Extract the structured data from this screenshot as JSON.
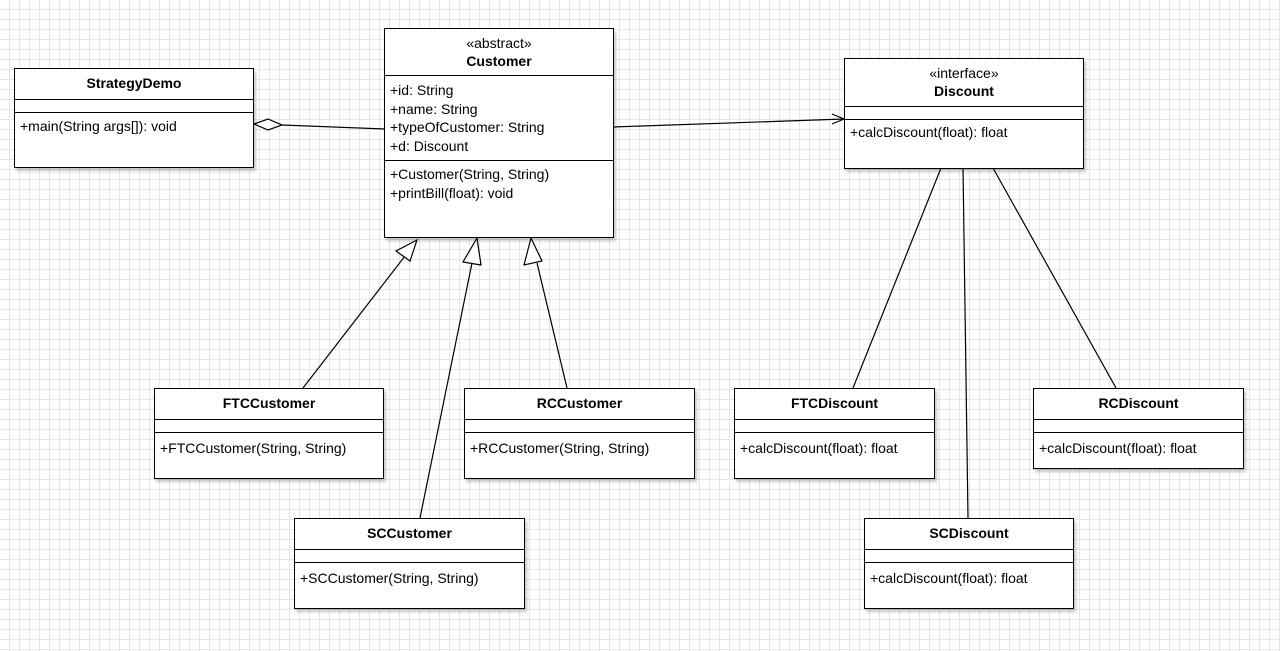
{
  "classes": {
    "strategy_demo": {
      "name": "StrategyDemo",
      "operations": [
        "+main(String args[]): void"
      ]
    },
    "customer": {
      "stereotype": "«abstract»",
      "name": "Customer",
      "attributes": [
        "+id: String",
        "+name: String",
        "+typeOfCustomer: String",
        "+d: Discount"
      ],
      "operations": [
        "+Customer(String, String)",
        "+printBill(float): void"
      ]
    },
    "discount": {
      "stereotype": "«interface»",
      "name": "Discount",
      "operations": [
        "+calcDiscount(float): float"
      ]
    },
    "ftc_customer": {
      "name": "FTCCustomer",
      "operations": [
        "+FTCCustomer(String, String)"
      ]
    },
    "rc_customer": {
      "name": "RCCustomer",
      "operations": [
        "+RCCustomer(String, String)"
      ]
    },
    "sc_customer": {
      "name": "SCCustomer",
      "operations": [
        "+SCCustomer(String, String)"
      ]
    },
    "ftc_discount": {
      "name": "FTCDiscount",
      "operations": [
        "+calcDiscount(float): float"
      ]
    },
    "rc_discount": {
      "name": "RCDiscount",
      "operations": [
        "+calcDiscount(float): float"
      ]
    },
    "sc_discount": {
      "name": "SCDiscount",
      "operations": [
        "+calcDiscount(float): float"
      ]
    }
  },
  "relations": [
    {
      "type": "aggregation",
      "from": "StrategyDemo",
      "to": "Customer"
    },
    {
      "type": "association",
      "from": "Customer",
      "to": "Discount"
    },
    {
      "type": "generalization",
      "from": "FTCCustomer",
      "to": "Customer"
    },
    {
      "type": "generalization",
      "from": "SCCustomer",
      "to": "Customer"
    },
    {
      "type": "generalization",
      "from": "RCCustomer",
      "to": "Customer"
    },
    {
      "type": "realization-line",
      "from": "FTCDiscount",
      "to": "Discount"
    },
    {
      "type": "realization-line",
      "from": "SCDiscount",
      "to": "Discount"
    },
    {
      "type": "realization-line",
      "from": "RCDiscount",
      "to": "Discount"
    }
  ]
}
